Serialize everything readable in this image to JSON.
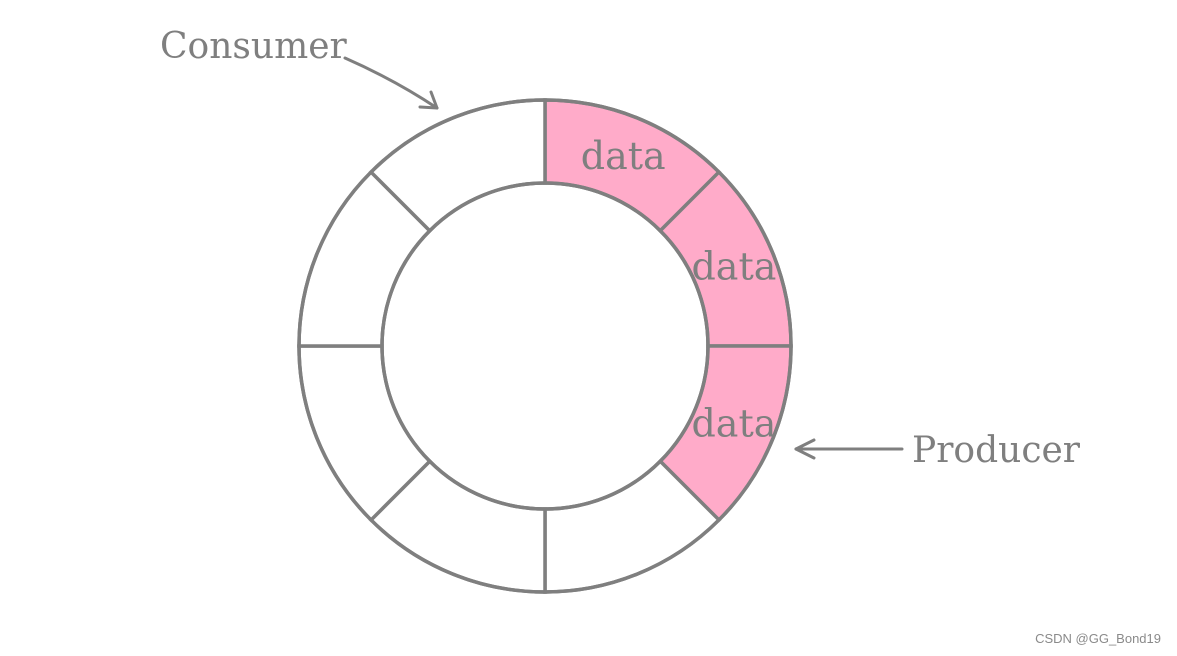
{
  "buffer": {
    "segment_count": 8,
    "filled_color": "#ffabc9",
    "empty_color": "#ffffff",
    "stroke_color": "#7f7f7f",
    "segments": [
      {
        "state": "filled",
        "label": "data"
      },
      {
        "state": "filled",
        "label": "data"
      },
      {
        "state": "filled",
        "label": "data"
      },
      {
        "state": "empty",
        "label": ""
      },
      {
        "state": "empty",
        "label": ""
      },
      {
        "state": "empty",
        "label": ""
      },
      {
        "state": "empty",
        "label": ""
      },
      {
        "state": "empty",
        "label": ""
      }
    ]
  },
  "pointers": {
    "consumer": "Consumer",
    "producer": "Producer"
  },
  "watermark": "CSDN @GG_Bond19"
}
